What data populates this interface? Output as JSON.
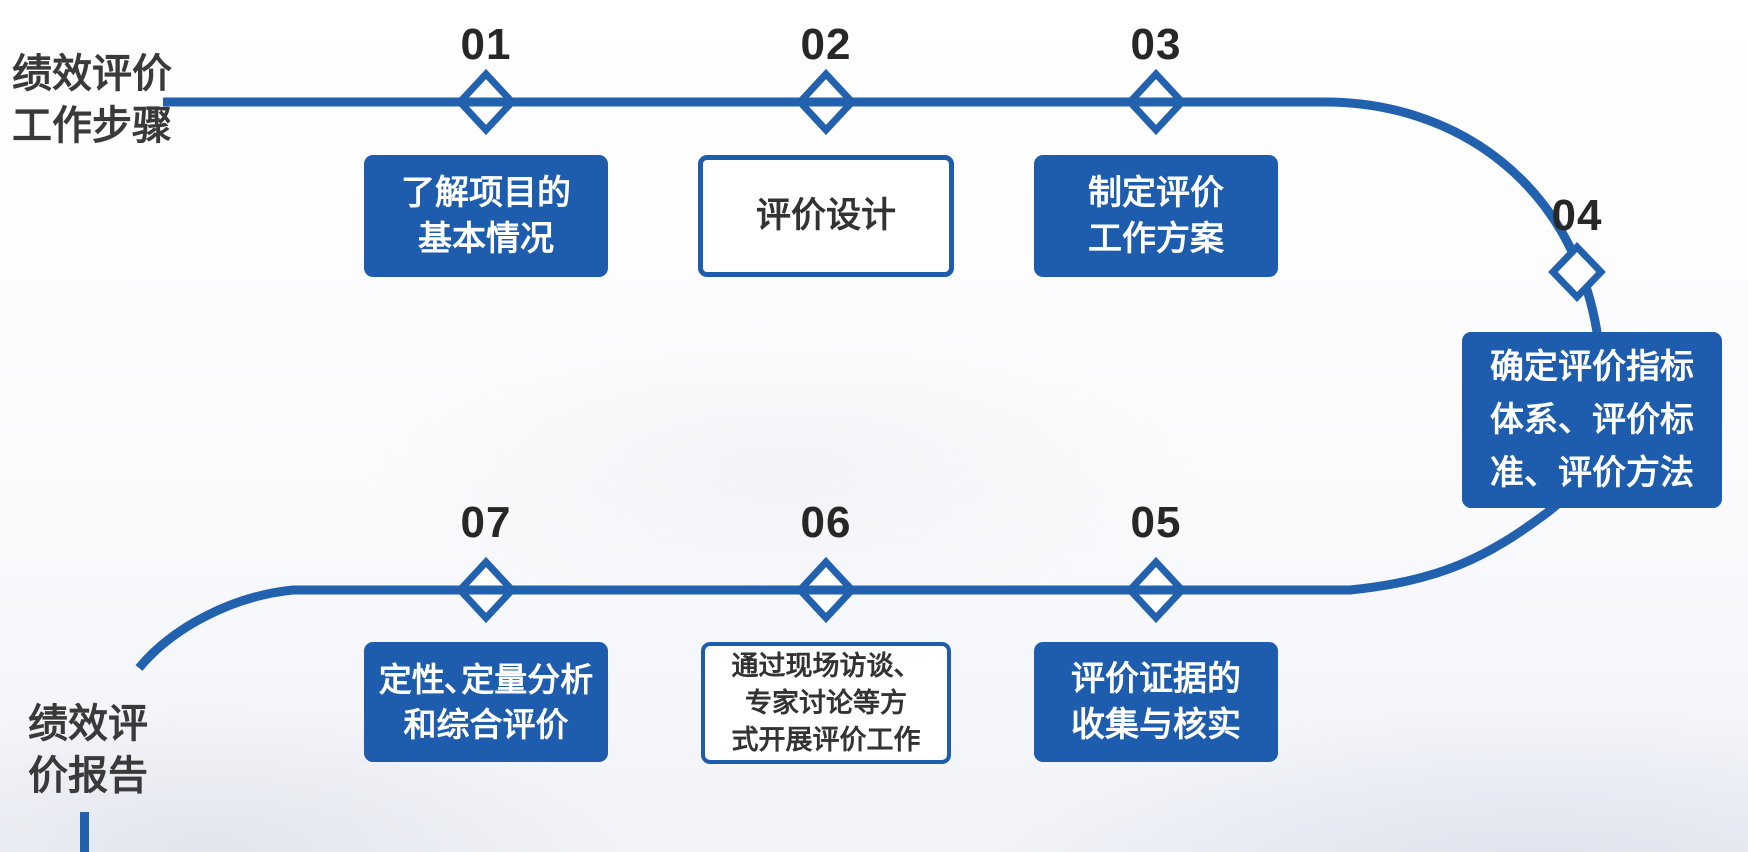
{
  "colors": {
    "accent_blue": "#1e5dad",
    "line_blue": "#2161ae",
    "text_dark": "#3a3a3a",
    "number_dark": "#272727",
    "box_text_white": "#ffffff"
  },
  "side_labels": {
    "top": {
      "line1": "绩效评价",
      "line2": "工作步骤"
    },
    "bottom": {
      "line1": "绩效评",
      "line2": "价报告"
    }
  },
  "steps": [
    {
      "number": "01",
      "variant": "filled",
      "lines": [
        "了解项目的",
        "基本情况"
      ]
    },
    {
      "number": "02",
      "variant": "outline",
      "lines": [
        "评价设计"
      ]
    },
    {
      "number": "03",
      "variant": "filled",
      "lines": [
        "制定评价",
        "工作方案"
      ]
    },
    {
      "number": "04",
      "variant": "filled",
      "lines": [
        "确定评价指标",
        "体系、评价标",
        "准、评价方法"
      ]
    },
    {
      "number": "05",
      "variant": "filled",
      "lines": [
        "评价证据的",
        "收集与核实"
      ]
    },
    {
      "number": "06",
      "variant": "outline",
      "lines": [
        "通过现场访谈、",
        "专家讨论等方",
        "式开展评价工作"
      ]
    },
    {
      "number": "07",
      "variant": "filled",
      "lines": [
        "定性､定量分析",
        "和综合评价"
      ]
    }
  ]
}
